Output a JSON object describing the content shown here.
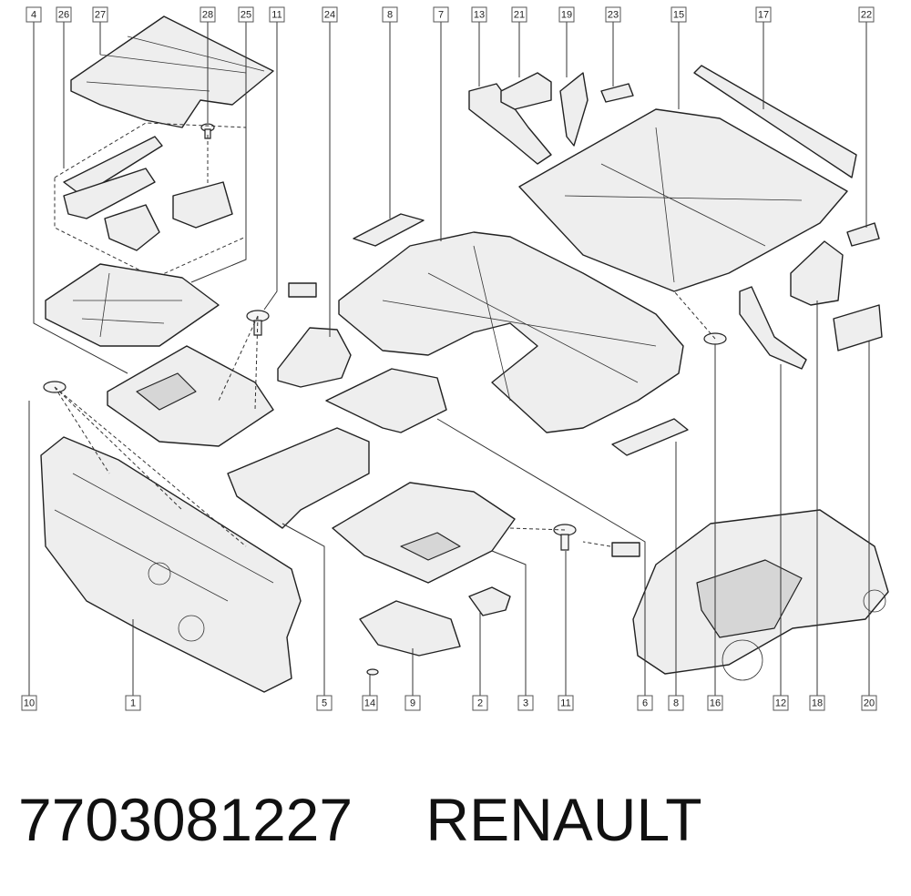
{
  "colors": {
    "line": "#222222",
    "fill": "#eeeeee",
    "highlight": "#d11d1d",
    "caption": "#111111"
  },
  "callouts_top": [
    "4",
    "26",
    "27",
    "28",
    "25",
    "11",
    "24",
    "8",
    "7",
    "13",
    "21",
    "19",
    "23",
    "15",
    "17",
    "22"
  ],
  "callouts_bottom": [
    "10",
    "1",
    "5",
    "14",
    "9",
    "2",
    "3",
    "11",
    "6",
    "8",
    "16",
    "12",
    "18",
    "20"
  ],
  "highlighted_callout": "10",
  "caption": {
    "part_number": "7703081227",
    "brand": "RENAULT"
  }
}
